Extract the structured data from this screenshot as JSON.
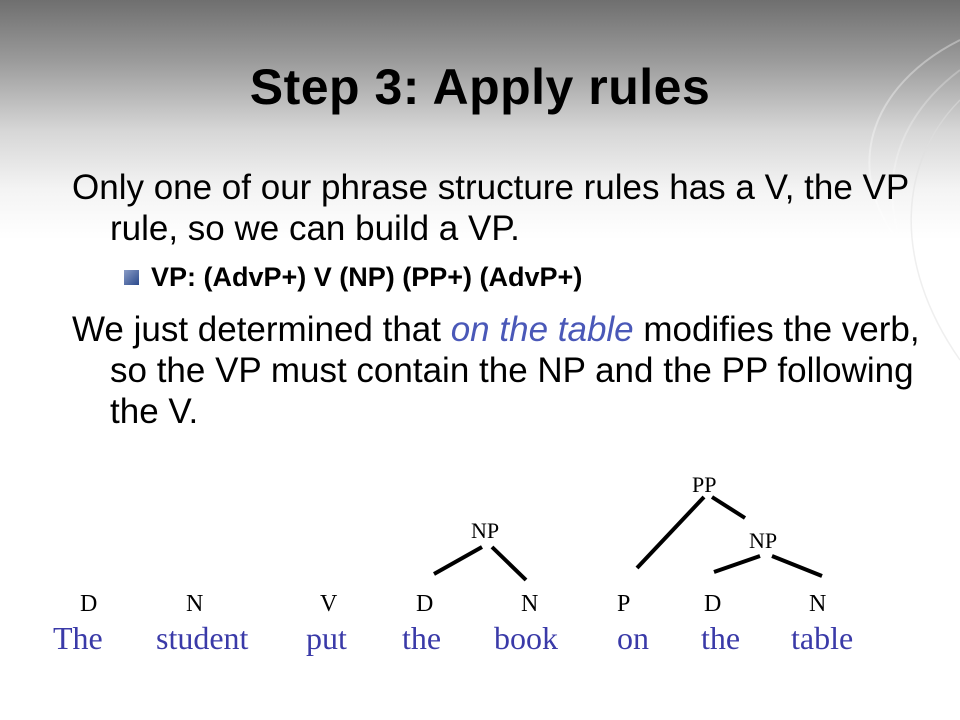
{
  "slide": {
    "title": "Step 3: Apply rules",
    "paragraph1": "Only one of our phrase structure rules has a V, the VP rule, so we can build a VP.",
    "bullet": "VP: (AdvP+) V (NP) (PP+) (AdvP+)",
    "paragraph2_before": "We just determined that ",
    "paragraph2_emphasis": "on the table",
    "paragraph2_after": " modifies the verb, so the VP must contain the NP and the PP following the V."
  },
  "tree": {
    "words": [
      "The",
      "student",
      "put",
      "the",
      "book",
      "on",
      "the",
      "table"
    ],
    "tags": [
      "D",
      "N",
      "V",
      "D",
      "N",
      "P",
      "D",
      "N"
    ],
    "phrases": {
      "np1": "NP",
      "np2": "NP",
      "pp": "PP"
    },
    "word_color": "#3a3aa8",
    "tag_color": "#000000"
  }
}
